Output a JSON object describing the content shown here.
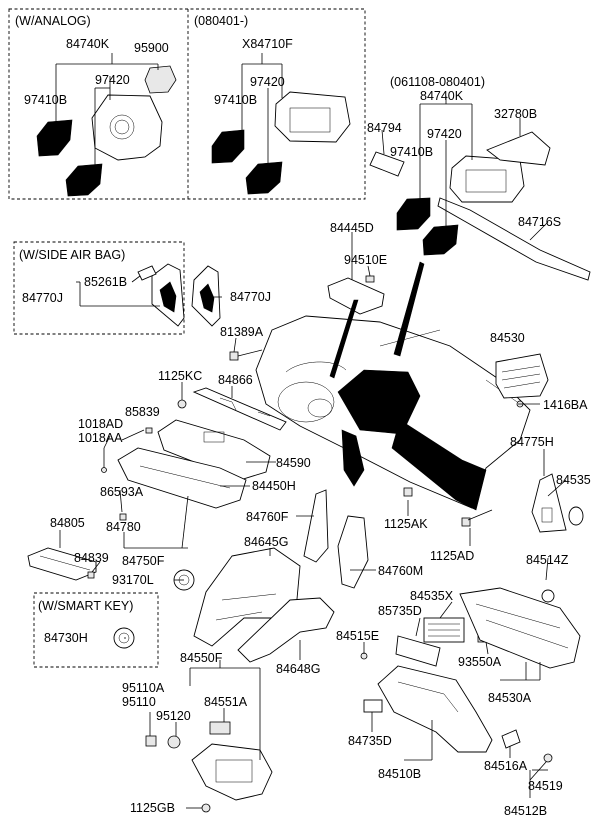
{
  "groups": {
    "analog": "(W/ANALOG)",
    "rev080401": "(080401-)",
    "side_air_bag": "(W/SIDE AIR BAG)",
    "smart_key": "(W/SMART KEY)",
    "rev061108": "(061108-080401)"
  },
  "parts": {
    "p84740K_a": "84740K",
    "p95900": "95900",
    "p97420_a": "97420",
    "p97410B_a": "97410B",
    "pX84710F": "X84710F",
    "p97420_b": "97420",
    "p97410B_b": "97410B",
    "p84740K_b": "84740K",
    "p32780B": "32780B",
    "p84794": "84794",
    "p97420_c": "97420",
    "p97410B_c": "97410B",
    "p84716S": "84716S",
    "p84445D": "84445D",
    "p94510E": "94510E",
    "p85261B": "85261B",
    "p84770J_a": "84770J",
    "p84770J_b": "84770J",
    "p81389A": "81389A",
    "p84530": "84530",
    "p1125KC": "1125KC",
    "p84866": "84866",
    "p1416BA": "1416BA",
    "p85839": "85839",
    "p1018AD": "1018AD",
    "p1018AA": "1018AA",
    "p84775H": "84775H",
    "p84590": "84590",
    "p84535": "84535",
    "p84450H": "84450H",
    "p86593A": "86593A",
    "p84760F": "84760F",
    "p1125AK": "1125AK",
    "p84805": "84805",
    "p84780": "84780",
    "p84514Z": "84514Z",
    "p1125AD": "1125AD",
    "p84839": "84839",
    "p84645G": "84645G",
    "p84750F": "84750F",
    "p84760M": "84760M",
    "p93170L": "93170L",
    "p84535X": "84535X",
    "p85735D": "85735D",
    "p84730H": "84730H",
    "p84515E": "84515E",
    "p93550A": "93550A",
    "p84550F": "84550F",
    "p84648G": "84648G",
    "p84530A": "84530A",
    "p95110A": "95110A",
    "p95110": "95110",
    "p84551A": "84551A",
    "p95120": "95120",
    "p84735D": "84735D",
    "p84516A": "84516A",
    "p84519": "84519",
    "p84510B": "84510B",
    "p1125GB": "1125GB",
    "p84512B": "84512B"
  }
}
